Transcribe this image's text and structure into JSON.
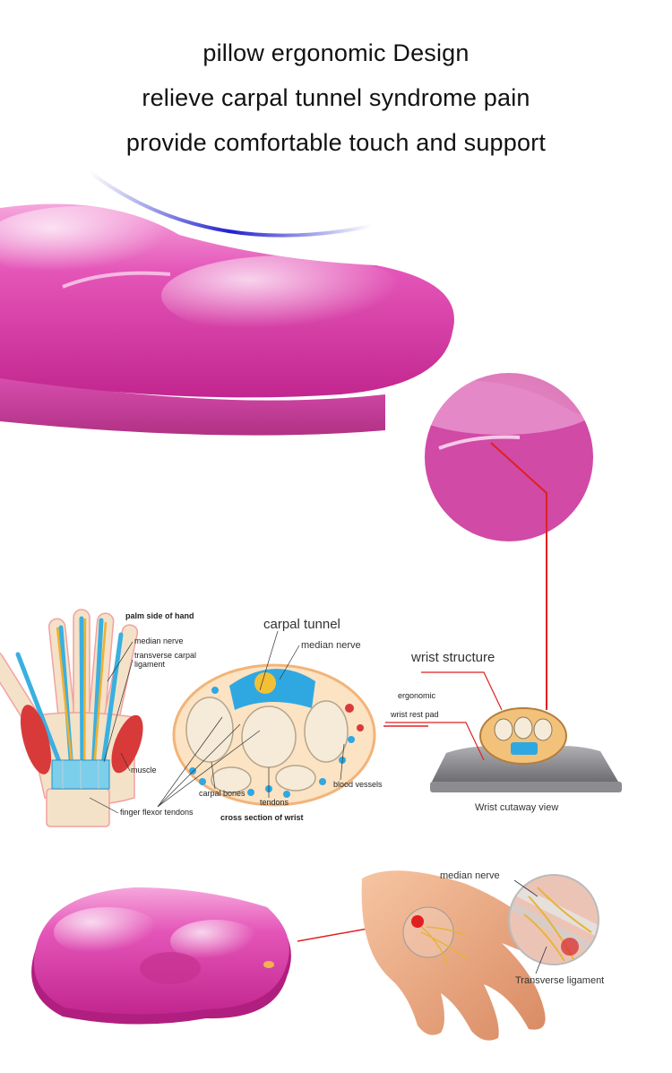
{
  "headlines": {
    "line1": "pillow ergonomic Design",
    "line2": "relieve carpal tunnel syndrome pain",
    "line3": "provide comfortable touch and support"
  },
  "hand_diagram": {
    "palm_side": "palm side of hand",
    "median_nerve": "median nerve",
    "transverse_carpal_1": "transverse carpal",
    "transverse_carpal_2": "ligament",
    "muscle": "muscle",
    "finger_flexor": "finger flexor tendons"
  },
  "cross_section": {
    "carpal_tunnel": "carpal tunnel",
    "median_nerve": "median nerve",
    "carpal_bones": "carpal bones",
    "tendons": "tendons",
    "blood_vessels": "blood vessels",
    "caption": "cross section of wrist"
  },
  "wrist_view": {
    "wrist_structure": "wrist structure",
    "ergonomic": "ergonomic",
    "wrist_rest_pad": "wrist rest pad",
    "caption": "Wrist cutaway view"
  },
  "hand_photo": {
    "median_nerve": "median nerve",
    "transverse_ligament": "Transverse ligament"
  },
  "colors": {
    "gel_pink": "#e23fae",
    "accent_red": "#e02020",
    "nerve_yellow": "#f0b030",
    "tendon_blue": "#3ab0e0"
  }
}
